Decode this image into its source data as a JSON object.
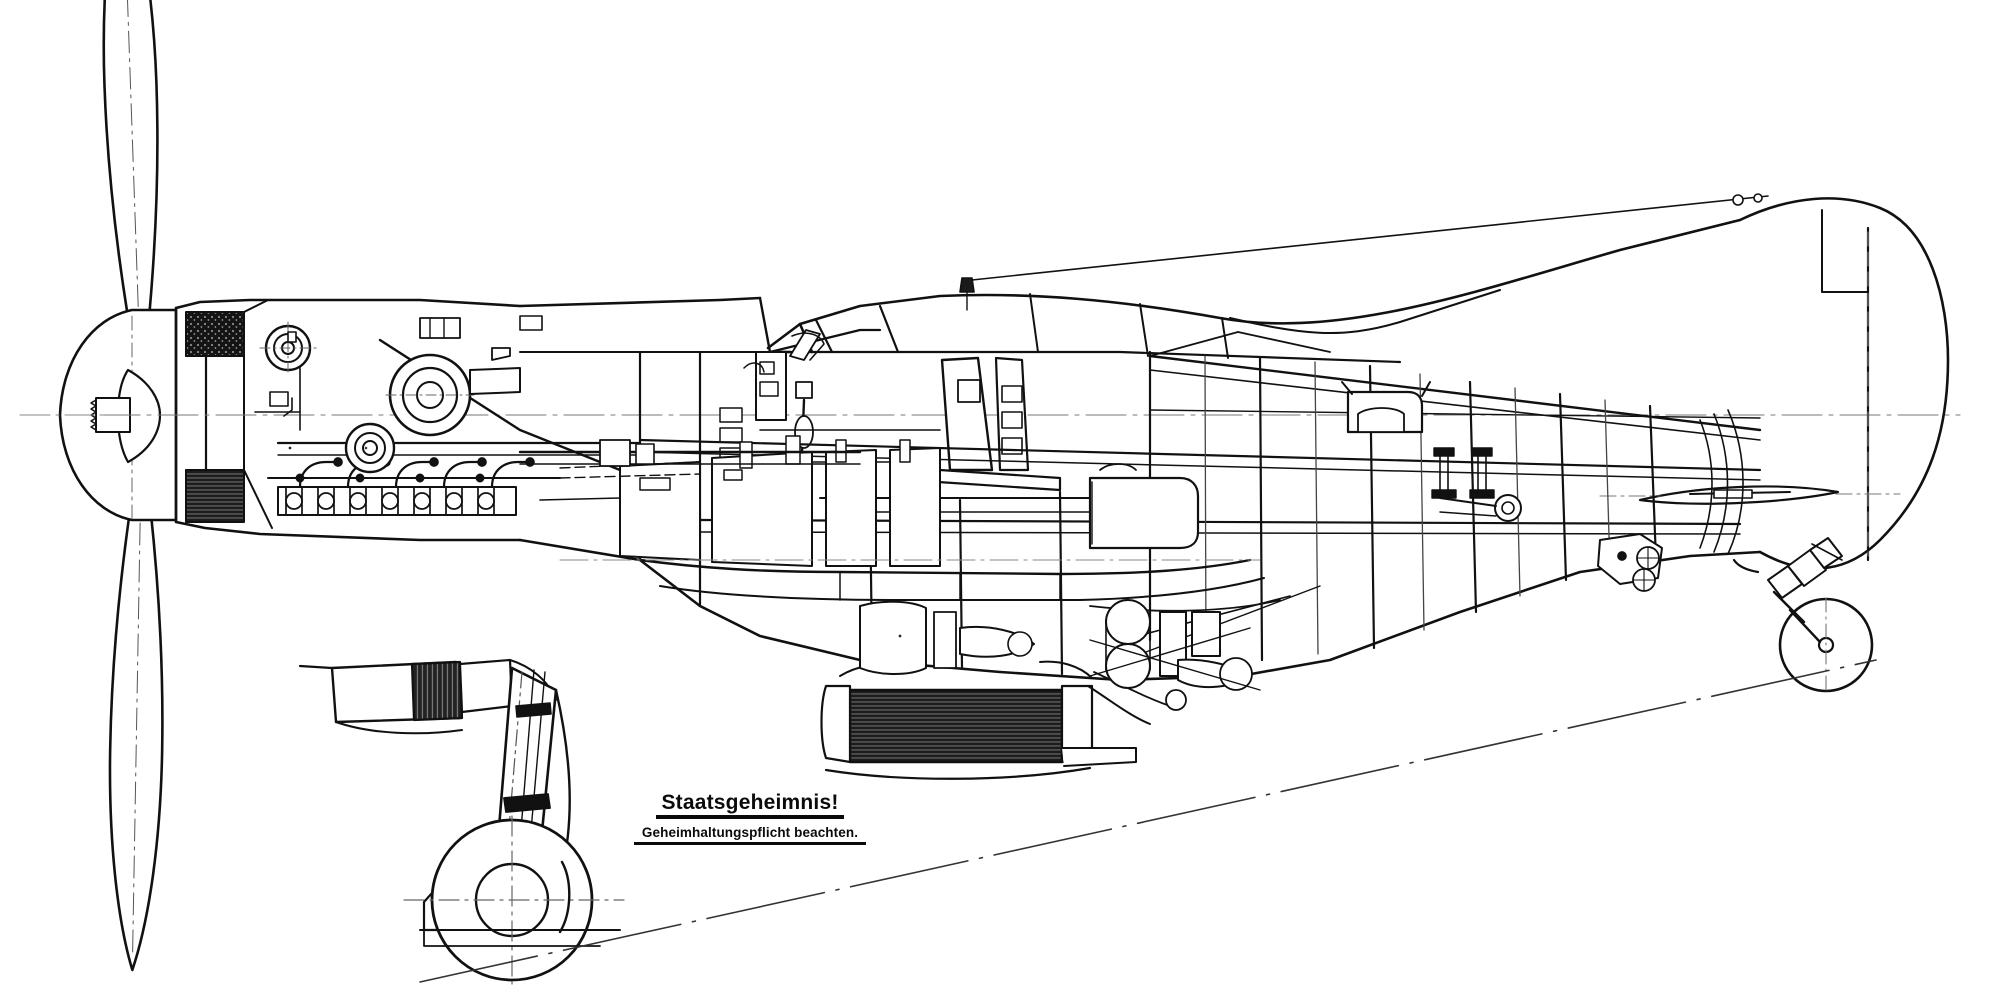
{
  "document": {
    "kind": "technical-drawing",
    "subject": "single-engine piston fighter aircraft, port side cutaway elevation",
    "background_color": "#ffffff",
    "line_color": "#111111"
  },
  "security_stamp": {
    "title": "Staatsgeheimnis!",
    "subtitle": "Geheimhaltungspflicht beachten.",
    "underline_color": "#0a0a0a"
  },
  "views": [
    {
      "name": "side-elevation",
      "projection": "orthographic-left-side"
    }
  ],
  "assemblies": {
    "propeller": {
      "label": "propeller",
      "blades": 3,
      "blade_shape": "elongated-ellipse",
      "hub": "spinner",
      "centerline": true
    },
    "engine": {
      "label": "engine",
      "type": "inverted V-12 liquid cooled",
      "cylinders_per_bank": 6,
      "exhaust_stubs": 6,
      "accessories": [
        "supercharger",
        "oil tank",
        "engine bearers"
      ]
    },
    "cockpit": {
      "label": "cockpit",
      "items": [
        "instrument panel",
        "control column",
        "armoured seat",
        "headrest armour",
        "sliding canopy"
      ]
    },
    "canopy": {
      "label": "canopy",
      "type": "sliding hood",
      "antenna_mast": true,
      "aerial_wire": true
    },
    "fuselage": {
      "label": "fuselage",
      "structure": [
        "bulkheads",
        "longerons",
        "stringers",
        "equipment bay",
        "fuel tanks",
        "control cables"
      ]
    },
    "radiator": {
      "label": "ventral radiator",
      "core_hatch": "dark"
    },
    "oil_cooler": {
      "label": "oil cooler / intake",
      "core_hatch": "dark"
    },
    "tail": {
      "label": "empennage",
      "items": [
        "vertical fin",
        "rudder",
        "rudder hinge line",
        "horizontal stabilizer",
        "tailplane fitting"
      ]
    },
    "main_landing_gear": {
      "label": "main landing gear",
      "items": [
        "oleo strut",
        "wheel",
        "hub",
        "scissor link"
      ]
    },
    "tail_wheel": {
      "label": "tail wheel",
      "items": [
        "retraction linkage",
        "wheel",
        "hub"
      ]
    },
    "ground_line": {
      "label": "ground line",
      "style": "dash-dot"
    }
  },
  "colors": {
    "ink": "#111111",
    "ink_light": "#3a3a3a",
    "hatch_dark": "#1a1a1a",
    "paper": "#ffffff"
  }
}
